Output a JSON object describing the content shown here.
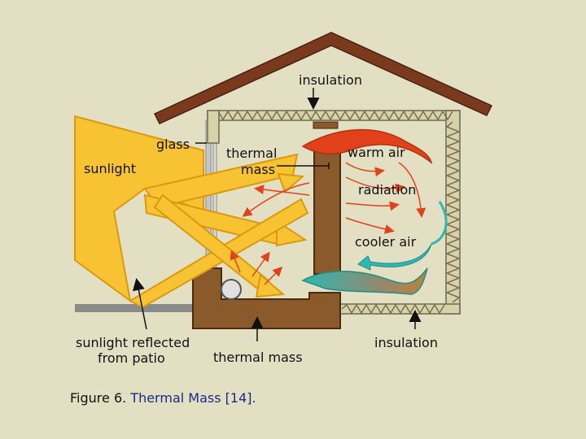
{
  "labels": {
    "insulation_top": "insulation",
    "glass": "glass",
    "sunlight": "sunlight",
    "thermal_mass_upper_line1": "thermal",
    "thermal_mass_upper_line2": "mass",
    "warm_air": "warm air",
    "radiation": "radiation",
    "cooler_air": "cooler air",
    "sunlight_reflected_line1": "sunlight reflected",
    "sunlight_reflected_line2": "from patio",
    "thermal_mass_lower": "thermal mass",
    "insulation_bottom": "insulation"
  },
  "caption": {
    "prefix": "Figure 6.",
    "text": "Thermal Mass [14]."
  },
  "colors": {
    "background": "#e3dfc2",
    "roof": "#7a3a1e",
    "wall_insulation": "#d8d2a8",
    "thermal_mass": "#8b5a2b",
    "sunlight": "#f7c333",
    "sunlight_outline": "#d99a10",
    "warm_air": "#e2421b",
    "cool_air": "#2fb7b0",
    "glass": "#c7c7c7",
    "ground": "#8a8a8a",
    "caption_text": "#1a2a8a"
  }
}
